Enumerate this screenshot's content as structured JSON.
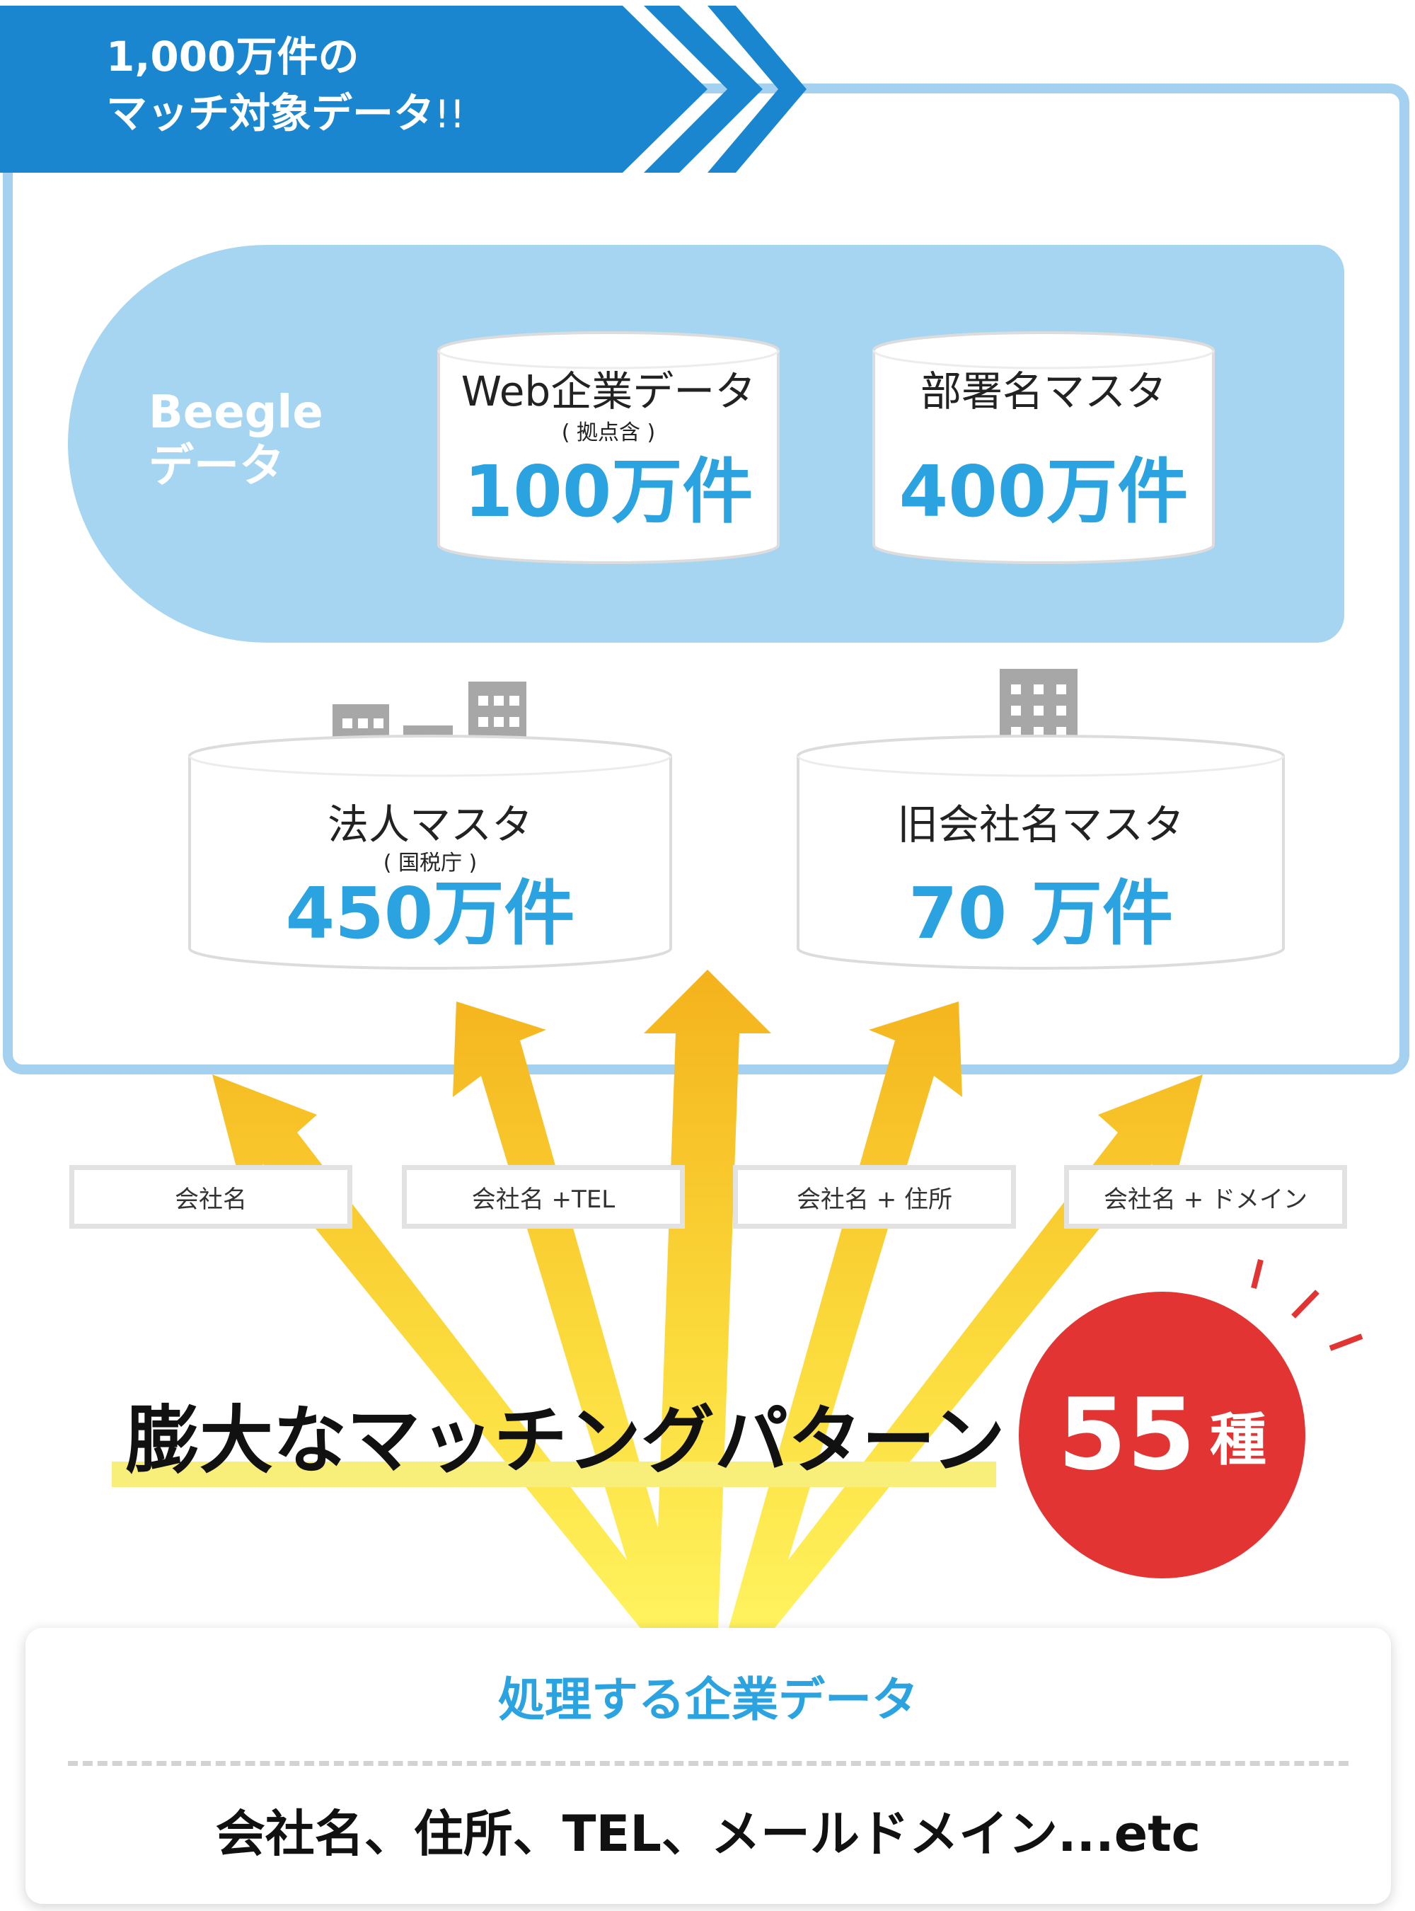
{
  "header": {
    "title_line1": "1,000万件の",
    "title_line2": "マッチ対象データ",
    "title_exclaim": "!!",
    "colors": {
      "ribbon": "#1a86cf",
      "chevron": "#1a86cf"
    }
  },
  "beegle": {
    "label_line1": "Beegle",
    "label_line2": "データ",
    "color": "#a6d5f1"
  },
  "databases": {
    "web": {
      "title": "Web企業データ",
      "subtitle": "( 拠点含 )",
      "count": "100万件"
    },
    "dept": {
      "title": "部署名マスタ",
      "count": "400万件"
    },
    "corp": {
      "title": "法人マスタ",
      "subtitle": "( 国税庁 )",
      "count": "450万件"
    },
    "old": {
      "title": "旧会社名マスタ",
      "count": "70 万件"
    }
  },
  "matches": [
    {
      "label": "会社名"
    },
    {
      "label": "会社名 +TEL"
    },
    {
      "label": "会社名 + 住所"
    },
    {
      "label": "会社名 + ドメイン"
    }
  ],
  "headline": "膨大なマッチングパターン",
  "badge": {
    "number": "55",
    "unit": "種",
    "color": "#e23533"
  },
  "card": {
    "title": "処理する企業データ",
    "body": "会社名、住所、TEL、メールドメイン...etc"
  },
  "colors": {
    "accent": "#2aa3e0",
    "arrow": "#f4b21c",
    "arrow_light": "#fbf061"
  },
  "icons": [
    "building-cluster-icon",
    "building-icon",
    "arrow-icon"
  ]
}
